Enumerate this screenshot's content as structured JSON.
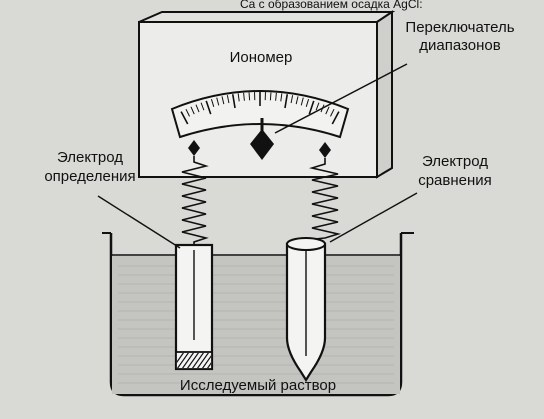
{
  "labels": {
    "header_fragment": "Ca с образованием осадка AgCl:",
    "ionomer": "Иономер",
    "range_switch_line1": "Переключатель",
    "range_switch_line2": "диапазонов",
    "electrode_det_line1": "Электрод",
    "electrode_det_line2": "определения",
    "electrode_ref_line1": "Электрод",
    "electrode_ref_line2": "сравнения",
    "solution": "Исследуемый раствор"
  },
  "colors": {
    "paper": "#d9d9d6",
    "ink": "#111111",
    "device_fill": "#ececea",
    "dial_fill": "#f2f2f0",
    "liquid": "#9a9a98"
  }
}
